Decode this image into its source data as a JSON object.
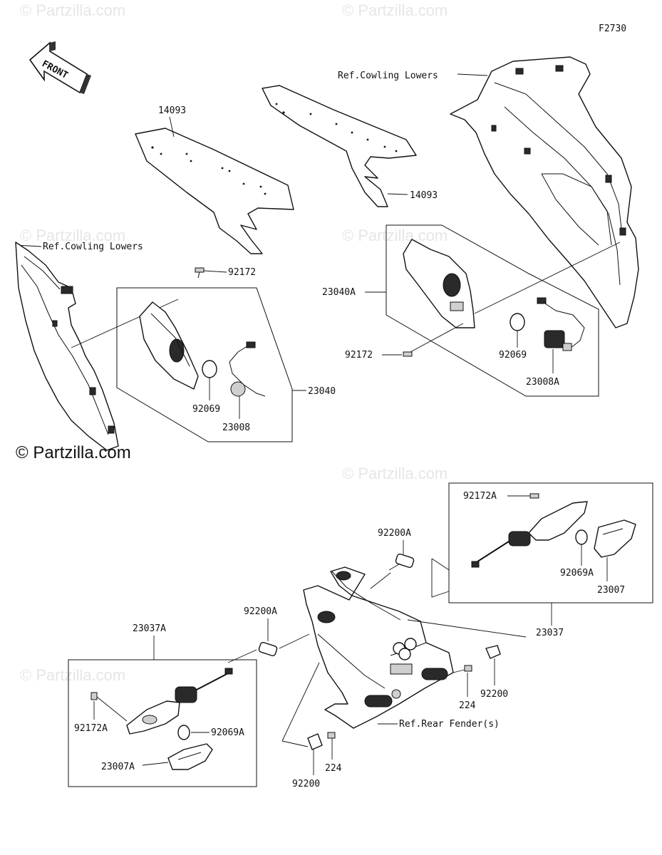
{
  "figure_code": "F2730",
  "front_label": "FRONT",
  "watermark": "© Partzilla.com",
  "copyright": "© Partzilla.com",
  "refs": {
    "cowling_lowers": "Ref.Cowling Lowers",
    "rear_fender": "Ref.Rear Fender(s)"
  },
  "parts": {
    "p14093_a": "14093",
    "p14093_b": "14093",
    "p92172": "92172",
    "p23040": "23040",
    "p92069": "92069",
    "p23008": "23008",
    "p23040A": "23040A",
    "p92172_b": "92172",
    "p92069_b": "92069",
    "p23008A": "23008A",
    "p92172A_r": "92172A",
    "p92200A_r": "92200A",
    "p92069A_r": "92069A",
    "p23007": "23007",
    "p23037": "23037",
    "p92200A_l": "92200A",
    "p23037A": "23037A",
    "p92172A_l": "92172A",
    "p92069A_l": "92069A",
    "p23007A": "23007A",
    "p224_r": "224",
    "p92200_r": "92200",
    "p224_b": "224",
    "p92200_b": "92200"
  }
}
